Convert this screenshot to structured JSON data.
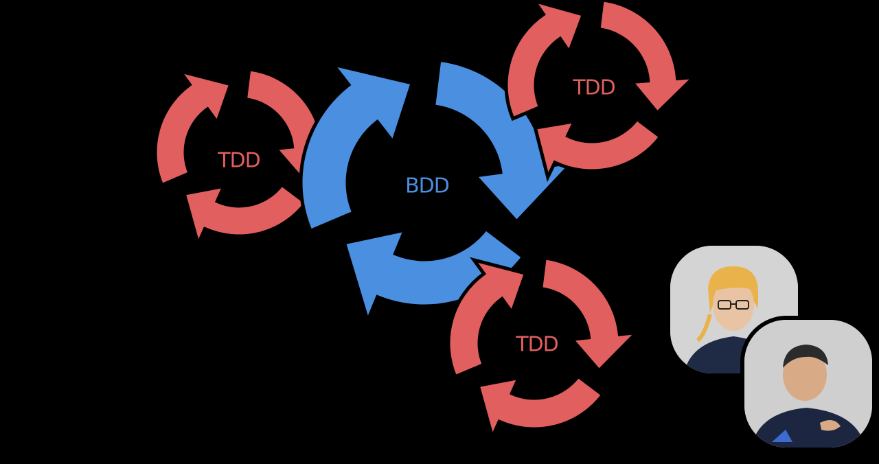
{
  "colors": {
    "background": "#000000",
    "bdd": "#4a8fe0",
    "tdd": "#e25f5f"
  },
  "cycles": {
    "bdd": {
      "label": "BDD"
    },
    "tdd_left": {
      "label": "TDD"
    },
    "tdd_top_right": {
      "label": "TDD"
    },
    "tdd_bottom": {
      "label": "TDD"
    }
  },
  "presenters": {
    "count": 2
  }
}
